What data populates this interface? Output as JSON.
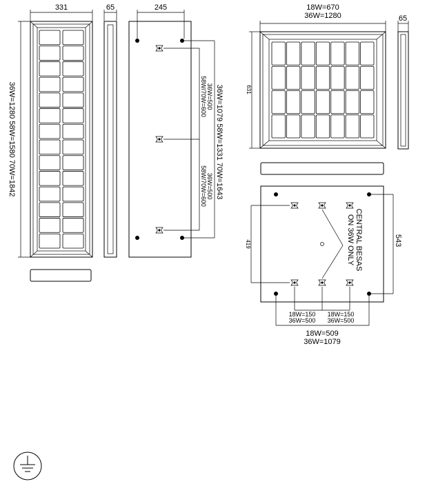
{
  "linear_luminaire": {
    "width_label": "331",
    "depth_label": "65",
    "length_label": "36W=1280   58W=1580   70W=1842",
    "mount_width_label": "245",
    "mount_total_label": "36W=1079   58W=1331   70W=1643",
    "upper_offset_a": "36W=500",
    "upper_offset_b": "58W/70W=600",
    "lower_offset_a": "36W=500",
    "lower_offset_b": "58W/70W=600"
  },
  "square_luminaire": {
    "width_label_a": "18W=670",
    "width_label_b": "36W=1280",
    "depth_label": "65",
    "height_label": "631",
    "mount_height_label": "543",
    "inner_height_label": "419",
    "note_line1": "CENTRAL BESAS",
    "note_line2": "ON 36W ONLY",
    "left_spacing_a": "18W=150",
    "left_spacing_b": "36W=500",
    "right_spacing_a": "18W=150",
    "right_spacing_b": "36W=500",
    "mount_width_a": "18W=509",
    "mount_width_b": "36W=1079"
  },
  "symbols": {
    "ground": "protective-earth-icon"
  }
}
